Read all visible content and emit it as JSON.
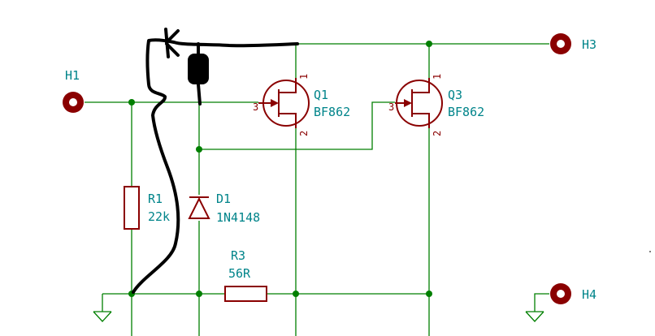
{
  "connectors": {
    "h1": "H1",
    "h3": "H3",
    "h4": "H4"
  },
  "resistors": {
    "r1": {
      "ref": "R1",
      "value": "22k"
    },
    "r3": {
      "ref": "R3",
      "value": "56R"
    }
  },
  "diode": {
    "ref": "D1",
    "value": "1N4148"
  },
  "transistors": {
    "q1": {
      "ref": "Q1",
      "value": "BF862"
    },
    "q3": {
      "ref": "Q3",
      "value": "BF862"
    }
  },
  "pin_numbers": {
    "gate": "3",
    "top": "1",
    "bottom": "2"
  },
  "colors": {
    "wire": "#007f00",
    "component": "#8a0000",
    "label": "#00848a",
    "hand_drawn": "#000000"
  }
}
